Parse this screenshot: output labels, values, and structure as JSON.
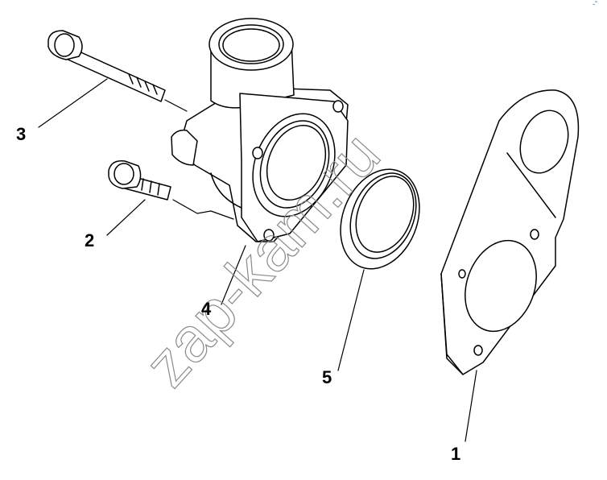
{
  "callouts": {
    "c1": "1",
    "c2": "2",
    "c3": "3",
    "c4": "4",
    "c5": "5"
  },
  "watermark": "zap-kam.ru",
  "corner_mark": "-̃",
  "colors": {
    "line": "#000000",
    "watermark_outline": "#8a8a8a",
    "background": "#ffffff",
    "corner_mark": "#1a56c8"
  }
}
